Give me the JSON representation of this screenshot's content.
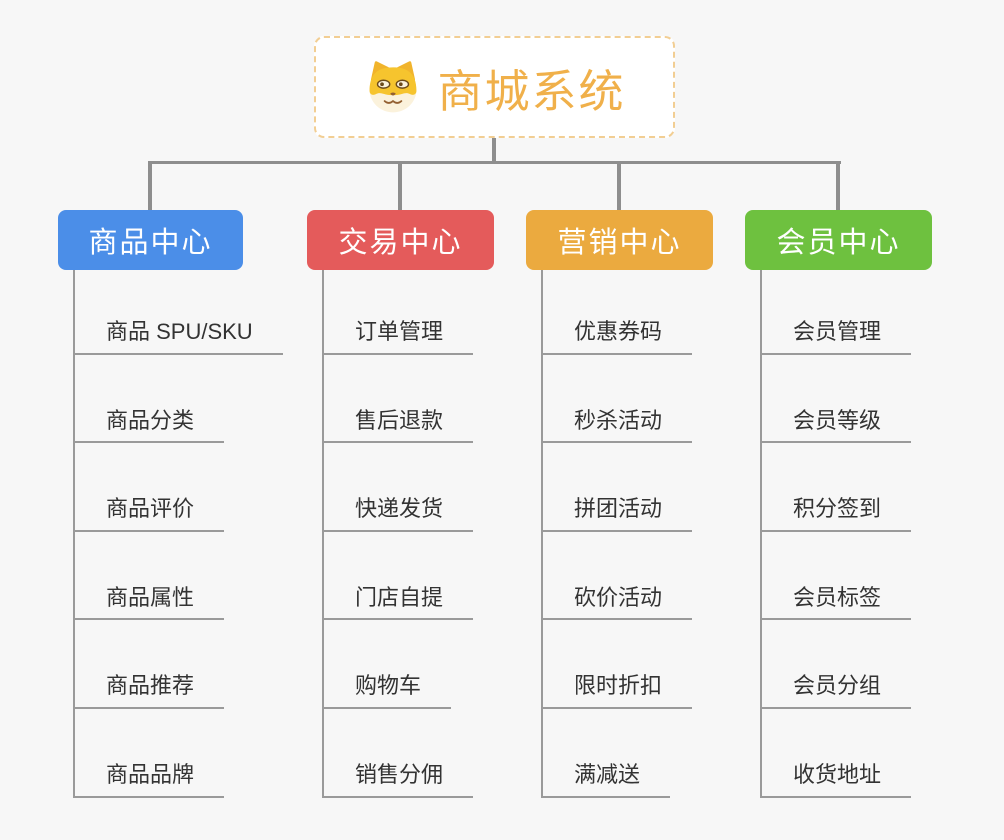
{
  "root": {
    "title": "商城系统",
    "icon": "dog-icon"
  },
  "branches": [
    {
      "label": "商品中心",
      "color": "#4b8ee8",
      "children": [
        "商品 SPU/SKU",
        "商品分类",
        "商品评价",
        "商品属性",
        "商品推荐",
        "商品品牌"
      ]
    },
    {
      "label": "交易中心",
      "color": "#e45b5b",
      "children": [
        "订单管理",
        "售后退款",
        "快递发货",
        "门店自提",
        "购物车",
        "销售分佣"
      ]
    },
    {
      "label": "营销中心",
      "color": "#ebaa3f",
      "children": [
        "优惠券码",
        "秒杀活动",
        "拼团活动",
        "砍价活动",
        "限时折扣",
        "满减送"
      ]
    },
    {
      "label": "会员中心",
      "color": "#6ec13f",
      "children": [
        "会员管理",
        "会员等级",
        "积分签到",
        "会员标签",
        "会员分组",
        "收货地址"
      ]
    }
  ],
  "colors": {
    "background": "#f7f7f7",
    "connector": "#8e8e8e",
    "leaf_line": "#9a9a9a",
    "leaf_text": "#333333",
    "root_border": "#f2ce93",
    "root_text": "#f0b04a"
  }
}
